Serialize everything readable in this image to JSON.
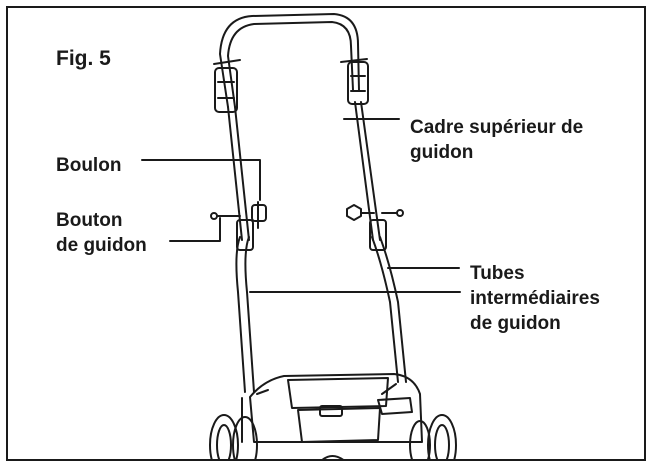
{
  "figure": {
    "title": "Fig. 5",
    "labels": {
      "boulon": [
        "Boulon"
      ],
      "bouton": [
        "Bouton",
        "de guidon"
      ],
      "cadre": [
        "Cadre supérieur de",
        "guidon"
      ],
      "tubes": [
        "Tubes",
        "intermédiaires",
        "de guidon"
      ]
    }
  },
  "colors": {
    "ink": "#1a1a1a",
    "background": "#ffffff"
  }
}
